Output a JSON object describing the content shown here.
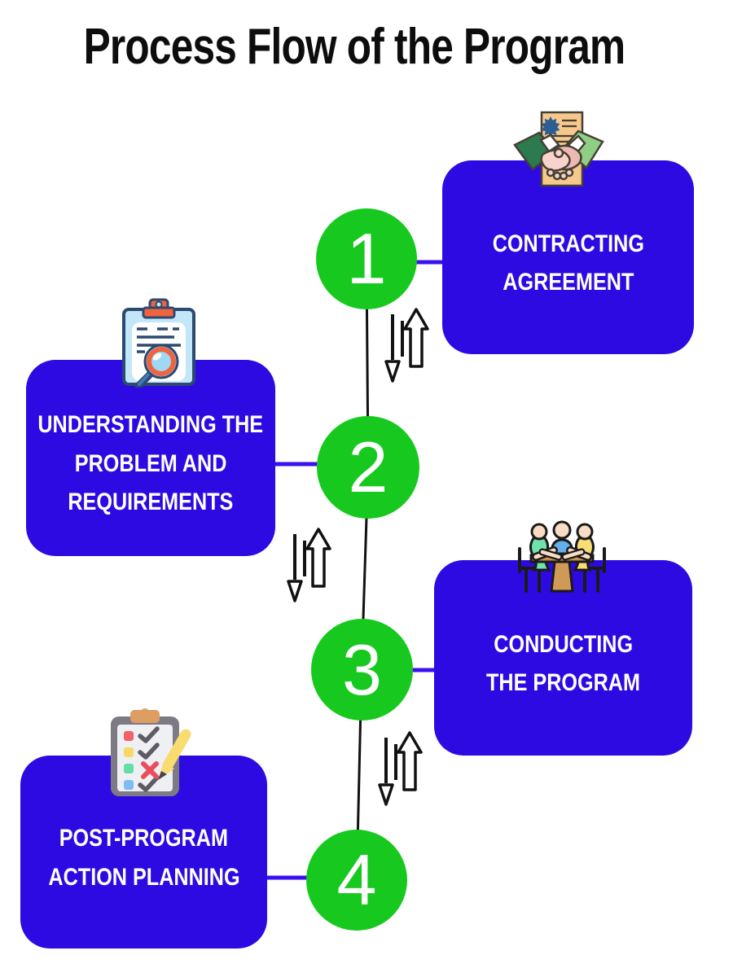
{
  "title": "Process Flow of the Program",
  "colors": {
    "box_blue": "#2e0ae2",
    "connector_blue": "#3a10f0",
    "circle_green": "#17c91f",
    "label_white": "#ffffff",
    "line_black": "#111111",
    "title_black": "#0d0d0d"
  },
  "steps": [
    {
      "number": "1",
      "lines": [
        "CONTRACTING",
        "AGREEMENT"
      ],
      "icon": "handshake-contract-icon",
      "side": "right"
    },
    {
      "number": "2",
      "lines": [
        "UNDERSTANDING THE",
        "PROBLEM AND",
        "REQUIREMENTS"
      ],
      "icon": "clipboard-magnifier-icon",
      "side": "left"
    },
    {
      "number": "3",
      "lines": [
        "CONDUCTING",
        "THE PROGRAM"
      ],
      "icon": "meeting-discussion-icon",
      "side": "right"
    },
    {
      "number": "4",
      "lines": [
        "POST-PROGRAM",
        "ACTION PLANNING"
      ],
      "icon": "checklist-pencil-icon",
      "side": "left"
    }
  ]
}
